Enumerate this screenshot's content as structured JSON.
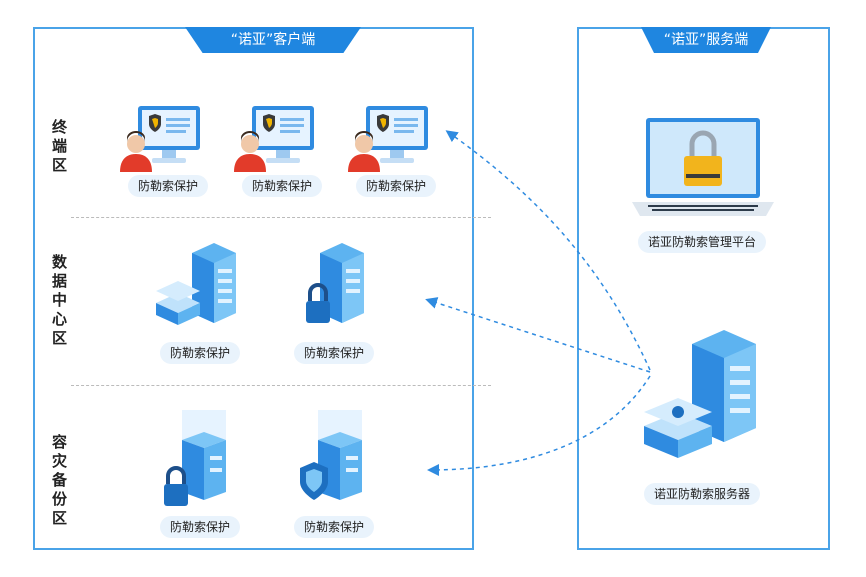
{
  "client": {
    "title": "“诺亚”客户端",
    "zones": [
      {
        "label": "终端区",
        "items": [
          "防勒索保护",
          "防勒索保护",
          "防勒索保护"
        ]
      },
      {
        "label": "数据中心区",
        "items": [
          "防勒索保护",
          "防勒索保护"
        ]
      },
      {
        "label": "容灾备份区",
        "items": [
          "防勒索保护",
          "防勒索保护"
        ]
      }
    ]
  },
  "server": {
    "title": "“诺亚”服务端",
    "platform_label": "诺亚防勒索管理平台",
    "server_label": "诺亚防勒索服务器"
  },
  "colors": {
    "accent": "#1f86e0",
    "border": "#4aa3e8",
    "pill_bg": "#e9f3fc"
  }
}
